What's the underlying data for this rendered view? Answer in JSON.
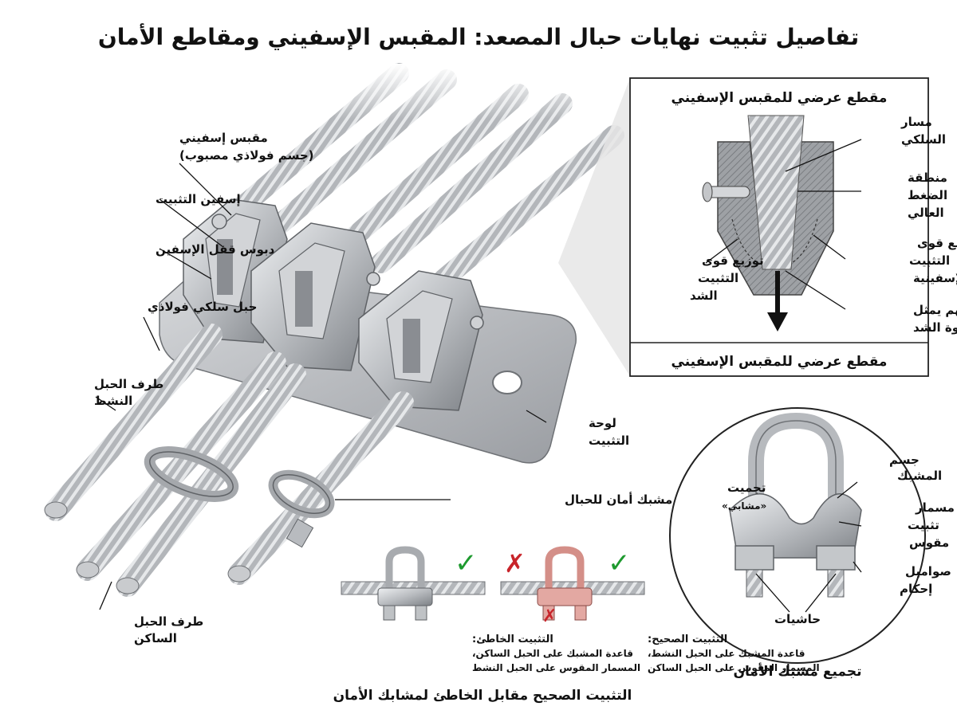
{
  "title": "تفاصيل تثبيت نهايات حبال المصعد: المقبس الإسفيني ومقاطع الأمان",
  "main_labels": {
    "wedge_socket": [
      "مقبس إسفيني",
      "(جسم فولاذي مصبوب)"
    ],
    "wedge": "إسفين التثبيت",
    "wedge_pin": "دبوس قفل الإسفين",
    "wire_rope": "حبل سلكي فولاذي",
    "live_end": [
      "طرف الحبل",
      "النشط"
    ],
    "dead_end": [
      "طرف الحبل",
      "الساكن"
    ],
    "anchor_plate": [
      "لوحة",
      "التثبيت"
    ],
    "safety_clip": "مشبك أمان للحبال"
  },
  "cross_section": {
    "title_top": "مقطع عرضي للمقبس الإسفيني",
    "title_bottom": "مقطع عرضي للمقبس الإسفيني",
    "wire_path": [
      "مسار",
      "السلكي"
    ],
    "high_pressure": [
      "منطقة",
      "الضغط",
      "العالي"
    ],
    "wedge_forces": [
      "توزيع قوى",
      "التثبيت",
      "الإسفينية"
    ],
    "tension_forces": [
      "توزيع قوى",
      "التثبيت",
      "الشد"
    ],
    "tension_arrow": [
      "سهم يمثل",
      "قوة الشد"
    ]
  },
  "clip_assembly": {
    "title": "تجميع مشبك الأمان",
    "body": [
      "جسم",
      "المشبك"
    ],
    "saddle": [
      "تجميت",
      "«مشابي»"
    ],
    "ubolt": [
      "مسمار",
      "تثبيت",
      "مقوس"
    ],
    "nuts": [
      "صواميل",
      "إحكام"
    ],
    "spacers": "حاشيات"
  },
  "comparison": {
    "title": "التثبيت الصحيح مقابل الخاطئ لمشابك الأمان",
    "wrong_heading": "التثبيت الخاطئ:",
    "wrong_lines": [
      "قاعدة المشبك على الحبل الساكن،",
      "المسمار المقوس على الحبل النشط"
    ],
    "correct_heading": "التثبيت الصحيح:",
    "correct_lines": [
      "قاعدة المشبك على الحبل النشط،",
      "المسمار المقوس على الحبل الساكن"
    ],
    "check_symbol": "✓",
    "cross_symbol": "✗"
  },
  "colors": {
    "steel": "#b9bcc0",
    "steel_dark": "#7d8186",
    "steel_light": "#e4e6e8",
    "check_green": "#1e9a2f",
    "cross_red": "#c8242a",
    "wrong_clip": "#e3a8a2",
    "panel_fill": "#e9e9e9"
  }
}
